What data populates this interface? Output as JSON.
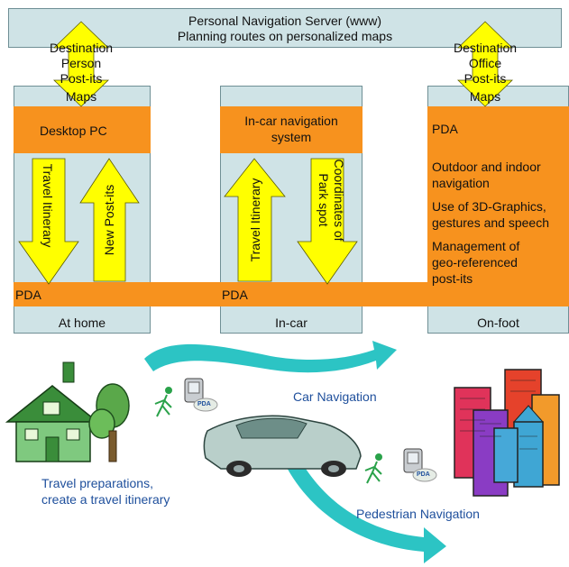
{
  "server": {
    "line1": "Personal Navigation Server (www)",
    "line2": "Planning routes on personalized maps"
  },
  "left_arrow": {
    "l1": "Destination",
    "l2": "Person",
    "l3": "Post-its",
    "l4": "Maps"
  },
  "right_arrow": {
    "l1": "Destination",
    "l2": "Office",
    "l3": "Post-its",
    "l4": "Maps"
  },
  "columns": {
    "home": {
      "device": "Desktop PC",
      "down_label": "Travel Itinerary",
      "up_label": "New Post-its",
      "footer": "At home"
    },
    "car": {
      "device_l1": "In-car navigation",
      "device_l2": "system",
      "up_label": "Travel Itinerary",
      "down_l1": "Coordinates of",
      "down_l2": "Park spot",
      "footer": "In-car"
    },
    "foot": {
      "device": "PDA",
      "f1a": "Outdoor and indoor",
      "f1b": "navigation",
      "f2a": "Use of 3D-Graphics,",
      "f2b": "gestures and speech",
      "f3a": "Management of",
      "f3b": "geo-referenced",
      "f3c": "post-its",
      "footer": "On-foot"
    }
  },
  "pda_bar": {
    "left": "PDA",
    "mid": "PDA"
  },
  "bottom": {
    "car_nav": "Car Navigation",
    "travel_l1": "Travel preparations,",
    "travel_l2": "create a travel itinerary",
    "ped_nav": "Pedestrian Navigation",
    "pda_badge": "PDA"
  },
  "colors": {
    "light": "#cfe3e6",
    "orange": "#f7921e",
    "yellow": "#ffff00",
    "teal": "#2cc4c4",
    "blue_text": "#1e4f9c"
  }
}
